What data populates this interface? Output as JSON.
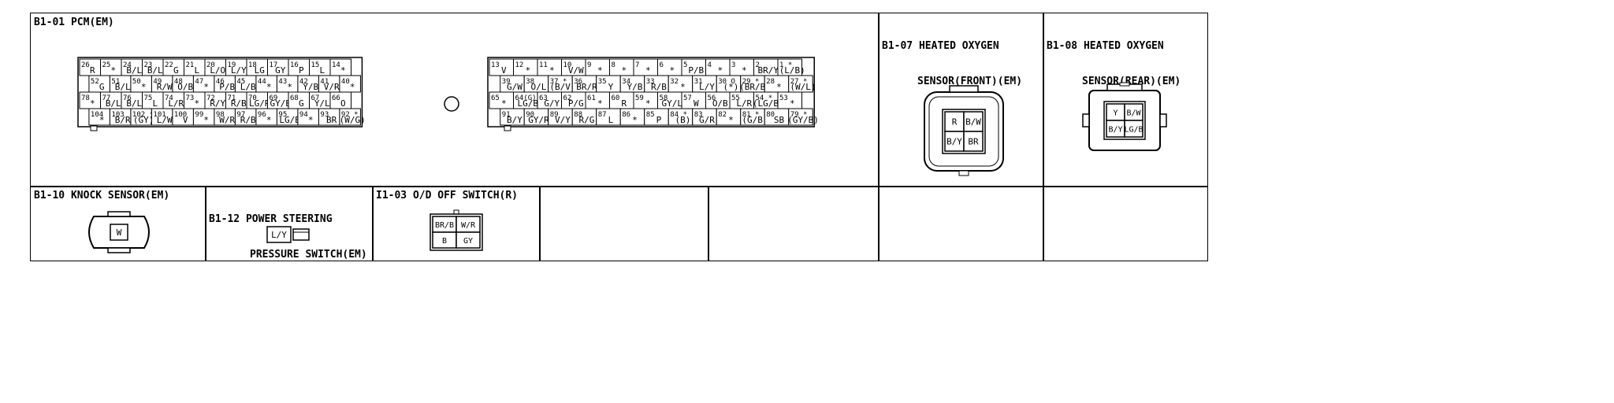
{
  "panels": {
    "pcm": {
      "title": "B1-01 PCM(EM)",
      "connector_left": {
        "rows": [
          [
            [
              "26",
              "R"
            ],
            [
              "25",
              "*"
            ],
            [
              "24",
              "B/L"
            ],
            [
              "23",
              "B/L"
            ],
            [
              "22",
              "G"
            ],
            [
              "21",
              "L"
            ],
            [
              "20",
              "L/O"
            ],
            [
              "19",
              "L/Y"
            ],
            [
              "18",
              "LG"
            ],
            [
              "17",
              "GY"
            ],
            [
              "16",
              "P"
            ],
            [
              "15",
              "L"
            ],
            [
              "14",
              "*"
            ]
          ],
          [
            [
              "52",
              "G"
            ],
            [
              "51",
              "B/L"
            ],
            [
              "50",
              "*"
            ],
            [
              "49",
              "R/W"
            ],
            [
              "48",
              "O/B"
            ],
            [
              "47",
              "*"
            ],
            [
              "46",
              "P/B"
            ],
            [
              "45",
              "L/B"
            ],
            [
              "44",
              "*"
            ],
            [
              "43",
              "*"
            ],
            [
              "42",
              "Y/B"
            ],
            [
              "41",
              "V/R"
            ],
            [
              "40",
              "*"
            ]
          ],
          [
            [
              "78",
              "*"
            ],
            [
              "77",
              "B/L"
            ],
            [
              "76",
              "B/L"
            ],
            [
              "75",
              "L"
            ],
            [
              "74",
              "L/R"
            ],
            [
              "73",
              "*"
            ],
            [
              "72",
              "R/Y"
            ],
            [
              "71",
              "R/B"
            ],
            [
              "70",
              "LG/R"
            ],
            [
              "69",
              "GY/B"
            ],
            [
              "68",
              "G"
            ],
            [
              "67",
              "Y/L"
            ],
            [
              "66",
              "O"
            ]
          ],
          [
            [
              "104",
              "*"
            ],
            [
              "103",
              "B/R"
            ],
            [
              "102 *",
              "(GY)"
            ],
            [
              "101",
              "L/W"
            ],
            [
              "100",
              "V"
            ],
            [
              "99",
              "*"
            ],
            [
              "98",
              "W/R"
            ],
            [
              "97",
              "R/B"
            ],
            [
              "96",
              "*"
            ],
            [
              "95",
              "LG/B"
            ],
            [
              "94",
              "*"
            ],
            [
              "93",
              "BR"
            ],
            [
              "92 *",
              "(W/G)"
            ]
          ]
        ]
      },
      "connector_right": {
        "rows": [
          [
            [
              "13",
              "V"
            ],
            [
              "12",
              "*"
            ],
            [
              "11",
              "*"
            ],
            [
              "10",
              "V/W"
            ],
            [
              "9",
              "*"
            ],
            [
              "8",
              "*"
            ],
            [
              "7",
              "*"
            ],
            [
              "6",
              "*"
            ],
            [
              "5",
              "P/B"
            ],
            [
              "4",
              "*"
            ],
            [
              "3",
              "*"
            ],
            [
              "2",
              "BR/Y"
            ],
            [
              "1 *",
              "(L/B)"
            ]
          ],
          [
            [
              "39",
              "G/W"
            ],
            [
              "38",
              "O/L"
            ],
            [
              "37 *",
              "(B/V)"
            ],
            [
              "36",
              "BR/R"
            ],
            [
              "35",
              "Y"
            ],
            [
              "34",
              "Y/B"
            ],
            [
              "33",
              "R/B"
            ],
            [
              "32",
              "*"
            ],
            [
              "31",
              "L/Y"
            ],
            [
              "30 O",
              "(*)"
            ],
            [
              "29 *",
              "(BR/B)"
            ],
            [
              "28",
              "*"
            ],
            [
              "27 *",
              "(W/L)"
            ]
          ],
          [
            [
              "65",
              "*"
            ],
            [
              "64(G)",
              "LG/B"
            ],
            [
              "63",
              "G/Y"
            ],
            [
              "62",
              "P/G"
            ],
            [
              "61",
              "*"
            ],
            [
              "60",
              "R"
            ],
            [
              "59",
              "*"
            ],
            [
              "58",
              "GY/L"
            ],
            [
              "57",
              "W"
            ],
            [
              "56",
              "O/B"
            ],
            [
              "55",
              "L/R"
            ],
            [
              "54 *",
              "(LG/B)"
            ],
            [
              "53",
              "*"
            ]
          ],
          [
            [
              "91",
              "B/Y"
            ],
            [
              "90",
              "GY/R"
            ],
            [
              "89",
              "V/Y"
            ],
            [
              "88",
              "R/G"
            ],
            [
              "87",
              "L"
            ],
            [
              "86",
              "*"
            ],
            [
              "85",
              "P"
            ],
            [
              "84 *",
              "(B)"
            ],
            [
              "83",
              "G/R"
            ],
            [
              "82",
              "*"
            ],
            [
              "81 *",
              "(G/B)"
            ],
            [
              "80",
              "SB"
            ],
            [
              "79 *",
              "(GY/B)"
            ]
          ]
        ]
      }
    },
    "heated_o2_front": {
      "title_line1": "B1-07 HEATED OXYGEN",
      "title_line2": "SENSOR(FRONT)(EM)",
      "pins": [
        "R",
        "B/W",
        "B/Y",
        "BR"
      ]
    },
    "heated_o2_rear": {
      "title_line1": "B1-08 HEATED OXYGEN",
      "title_line2": "SENSOR(REAR)(EM)",
      "pins": [
        "Y",
        "B/W",
        "B/Y",
        "LG/B"
      ]
    },
    "knock_sensor": {
      "title": "B1-10 KNOCK SENSOR(EM)",
      "pins": [
        "W"
      ]
    },
    "ps_pressure_switch": {
      "title_line1": "B1-12 POWER STEERING",
      "title_line2": "PRESSURE SWITCH(EM)",
      "pins": [
        "L/Y"
      ]
    },
    "od_off_switch": {
      "title": "I1-03 O/D OFF SWITCH(R)",
      "pins": [
        "BR/B",
        "W/R",
        "B",
        "GY"
      ]
    }
  }
}
